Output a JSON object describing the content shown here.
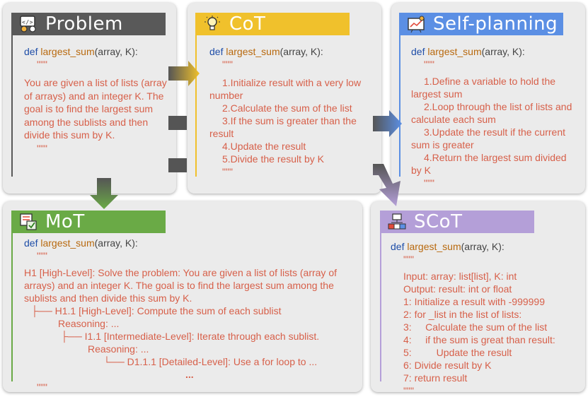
{
  "code_def": {
    "kw": "def",
    "name": "largest_sum",
    "open": "(array, K):",
    "quote": "\"\"\""
  },
  "problem": {
    "title": "Problem",
    "icon": "gear-code-icon",
    "color": "#595959",
    "desc": "You are given a list of lists (array of arrays) and an integer K. The goal is to find the largest sum among the sublists and then divide this sum by K."
  },
  "cot": {
    "title": "CoT",
    "icon": "lightbulb-icon",
    "color": "#f0c12c",
    "lines": [
      "1.Initialize result with a very low number",
      "2.Calculate the sum of the list",
      "3.If the sum is greater than the result",
      "4.Update the result",
      "5.Divide the result by K"
    ]
  },
  "self_planning": {
    "title": "Self-planning",
    "icon": "planning-board-icon",
    "color": "#5b8fe4",
    "lines": [
      "1.Define a variable to hold the largest sum",
      "2.Loop through the list of lists and calculate each sum",
      "3.Update the result if the current sum is greater",
      "4.Return the largest sum divided by K"
    ]
  },
  "mot": {
    "title": "MoT",
    "icon": "checklist-icon",
    "color": "#6aaa46",
    "h1": "H1 [High-Level]: Solve the problem: You are given a list of lists (array of arrays) and an integer K. The goal is to find the largest sum among the sublists and then divide this sum by K.",
    "h11": "├── H1.1 [High-Level]: Compute the sum of each sublist",
    "reasoning1": "Reasoning: ...",
    "i111": "├── I1.1 [Intermediate-Level]: Iterate through each sublist.",
    "reasoning2": "Reasoning: ...",
    "d111": "└── D1.1.1 [Detailed-Level]: Use a for loop to ...",
    "ellipsis": "..."
  },
  "scot": {
    "title": "SCoT",
    "icon": "structure-icon",
    "color": "#b49fd8",
    "lines": [
      "Input: array: list[list], K: int",
      "Output: result: int or float",
      "1: Initialize a result with -999999",
      "2: for _list in the list of lists:",
      "3:     Calculate the sum of the list",
      "4:     if the sum is great than result:",
      "5:         Update the result",
      "6: Divide result by K",
      "7: return result"
    ]
  }
}
